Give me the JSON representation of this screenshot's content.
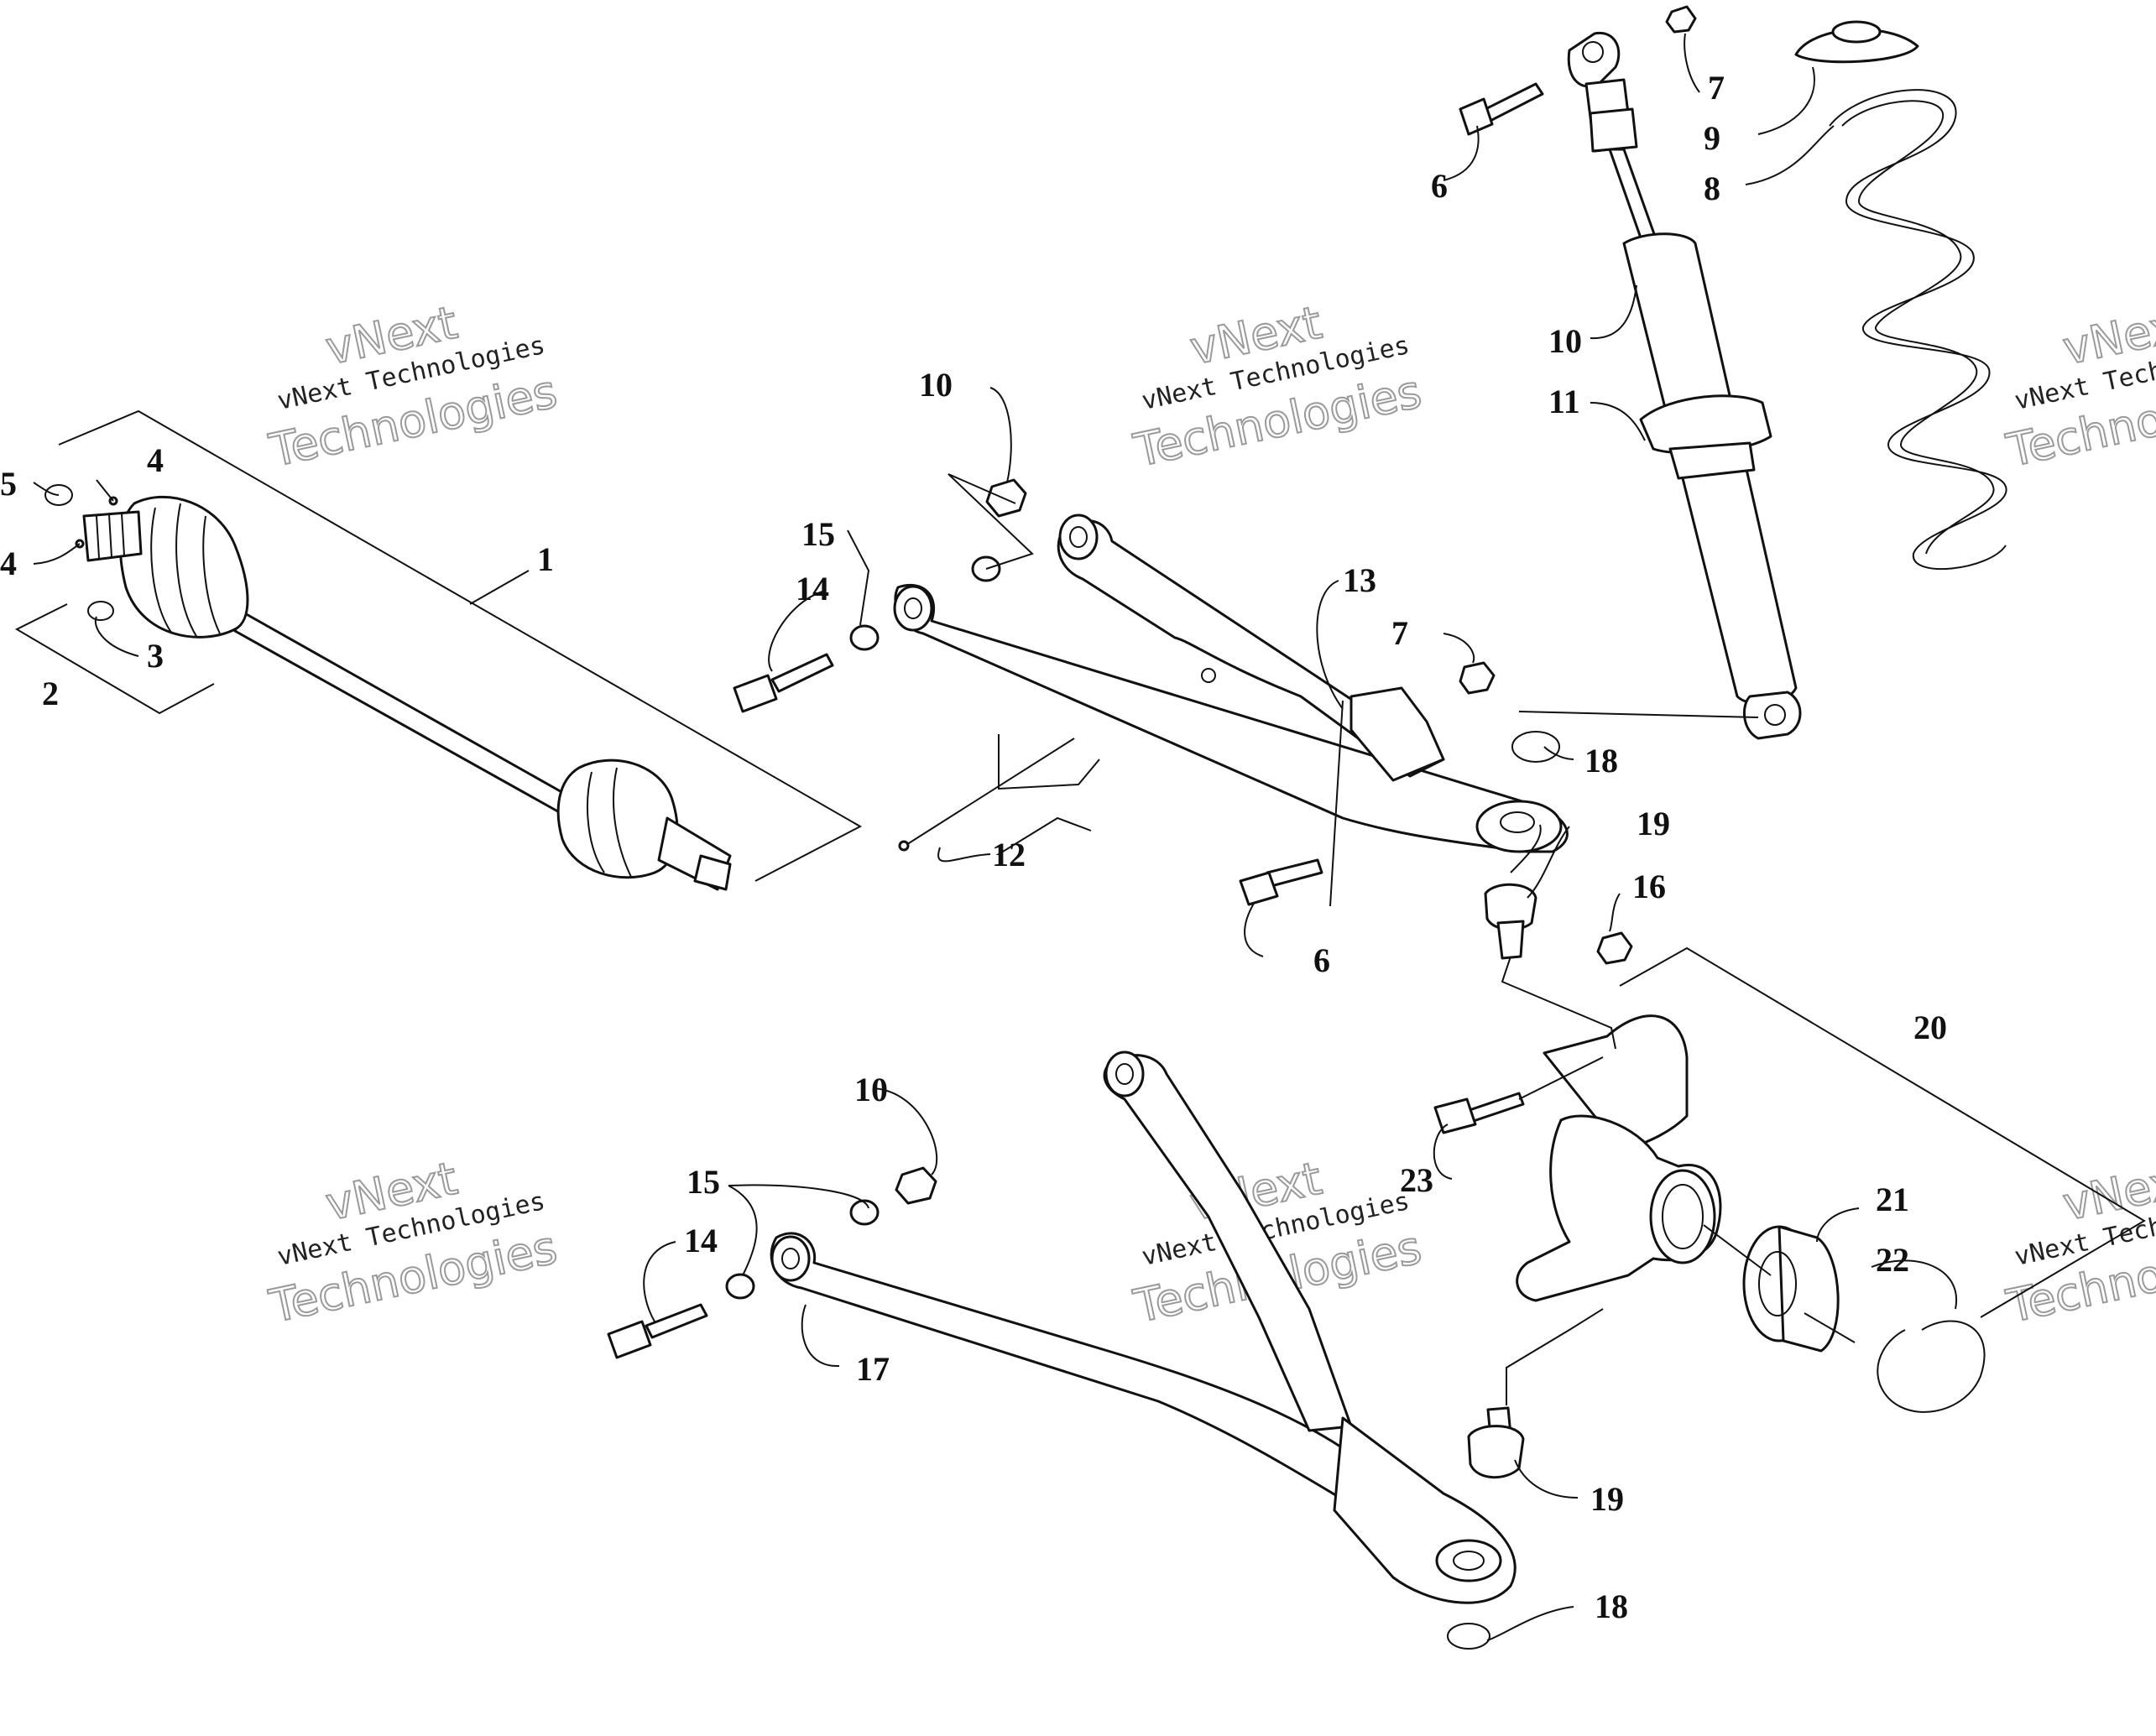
{
  "watermark": {
    "line1": "vNext",
    "line2": "vNext Technologies",
    "line3": "Technologies"
  },
  "callouts": {
    "axle": "1",
    "boot_kit": "2",
    "boot_clamp_small": "3",
    "clamp_upper": "4",
    "clamp_lower": "4",
    "snap_ring": "5",
    "bolt_shock_top": "6",
    "bolt_shock_bottom": "6",
    "nut_shock_top": "7",
    "nut_shock_bottom": "7",
    "spring": "8",
    "spring_retainer": "9",
    "shock_absorber": "10",
    "nut_upper_arm": "10",
    "nut_lower_arm": "10",
    "shock_collar": "11",
    "cable_tie": "12",
    "upper_a_arm": "13",
    "bolt_upper_arm": "14",
    "bolt_lower_arm": "14",
    "washer_upper_arm": "15",
    "washer_lower_arm": "15",
    "nut_knuckle": "16",
    "lower_a_arm": "17",
    "retaining_ring_upper": "18",
    "retaining_ring_lower": "18",
    "ball_joint_upper": "19",
    "ball_joint_lower": "19",
    "knuckle_assembly": "20",
    "bearing": "21",
    "snap_ring_bearing": "22",
    "bolt_knuckle": "23"
  }
}
